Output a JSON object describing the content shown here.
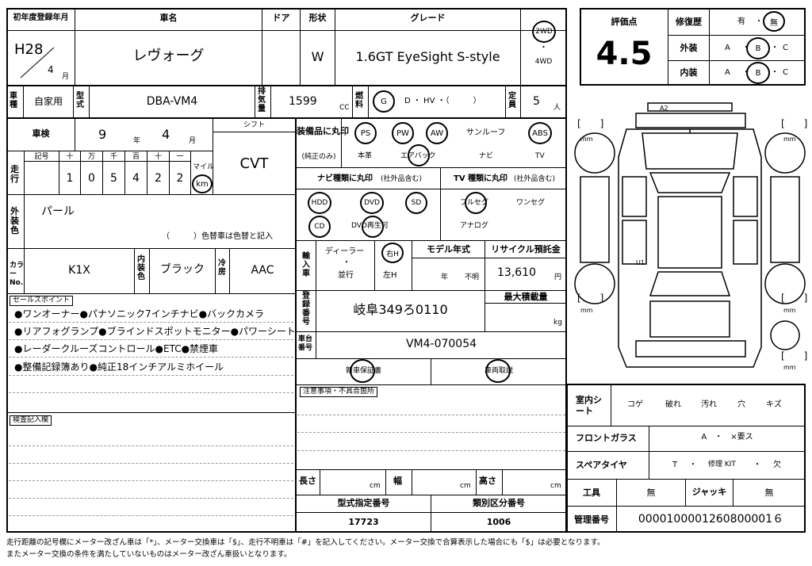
{
  "hdr": {
    "first_reg": "初年度登録年月",
    "car_name": "車名",
    "door": "ドア",
    "shape": "形状",
    "grade": "グレード"
  },
  "first_reg": {
    "era": "H28",
    "month": "4",
    "month_unit": "月"
  },
  "car": {
    "name": "レヴォーグ",
    "shape": "W",
    "grade": "1.6GT EyeSight S-style"
  },
  "drive": {
    "opt1": "2WD",
    "dot": "・",
    "opt2": "4WD"
  },
  "score": {
    "label": "評価点",
    "value": "4.5"
  },
  "repair": {
    "label": "修復歴",
    "yes": "有",
    "dot": "・",
    "no": "無"
  },
  "exterior": {
    "label": "外装",
    "a": "A",
    "b": "B",
    "c": "C",
    "dot": "・"
  },
  "interior": {
    "label": "内装",
    "a": "A",
    "b": "B",
    "c": "C",
    "dot": "・"
  },
  "row2": {
    "use_label": "車種",
    "use": "自家用",
    "model_label": "型式",
    "model": "DBA-VM4",
    "disp_label": "排気量",
    "disp": "1599",
    "cc": "CC",
    "fuel_label": "燃料",
    "fuel_g": "G",
    "fuel_rest": "D ・ HV ・（　　　）",
    "cap_label": "定員",
    "cap": "5",
    "cap_unit": "人"
  },
  "inspection": {
    "label": "車検",
    "year": "9",
    "year_unit": "年",
    "month": "4",
    "month_unit": "月"
  },
  "mileage": {
    "label": "走行",
    "code_label": "記号",
    "headers": [
      "十",
      "万",
      "千",
      "百",
      "十",
      "一"
    ],
    "digits": [
      "1",
      "0",
      "5",
      "4",
      "2",
      "2"
    ],
    "mile": "マイル",
    "km": "km"
  },
  "shift": {
    "label": "シフト",
    "value": "CVT"
  },
  "color": {
    "label": "外装色",
    "value": "パール",
    "change_note": "（　　　）色替車は色替と記入"
  },
  "colorno": {
    "label": "カラーNo.",
    "value": "K1X",
    "int_label": "内装色",
    "int_value": "ブラック",
    "ac_label": "冷房",
    "ac_value": "AAC"
  },
  "sales": {
    "label": "セールスポイント",
    "lines": [
      "●ワンオーナー●パナソニック7インチナビ●バックカメラ",
      "●リアフォグランプ●ブラインドスポットモニター●パワーシート",
      "●レーダークルーズコントロール●ETC●禁煙車",
      "●整備記録簿あり●純正18インチアルミホイール"
    ]
  },
  "check": {
    "label": "検査記入欄"
  },
  "equip": {
    "label": "装備品に丸印",
    "sub": "(純正のみ)",
    "ps": "PS",
    "pw": "PW",
    "aw": "AW",
    "sunroof": "サンルーフ",
    "abs": "ABS",
    "leather": "本革",
    "airbag": "エアバック",
    "navi": "ナビ",
    "tv": "TV"
  },
  "navi": {
    "label": "ナビ種類に丸印",
    "sub": "(社外品含む)",
    "hdd": "HDD",
    "dvd": "DVD",
    "sd": "SD",
    "cd": "CD",
    "dvdplay": "DVD再生可"
  },
  "tv": {
    "label": "TV 種類に丸印",
    "sub": "(社外品含む)",
    "full": "フルセグ",
    "one": "ワンセグ",
    "analog": "アナログ"
  },
  "import": {
    "label": "輸入車",
    "dealer": "ディーラー",
    "dot": "・",
    "parallel": "並行",
    "right": "右H",
    "left": "左H"
  },
  "model_year": {
    "label": "モデル年式",
    "year": "年",
    "unknown": "不明"
  },
  "recycle": {
    "label": "リサイクル預託金",
    "value": "13,610",
    "unit": "円"
  },
  "reg": {
    "label": "登録番号",
    "value": "岐阜349ろ0110"
  },
  "load": {
    "label": "最大積載量",
    "unit": "kg"
  },
  "chassis": {
    "label": "車台番号",
    "value": "VM4-070054"
  },
  "warranty": {
    "new": "新車保証書",
    "manual": "車両取説"
  },
  "notes": {
    "label": "注意事項・不具合箇所"
  },
  "dims": {
    "length": "長さ",
    "width": "幅",
    "height": "高さ",
    "cm": "cm"
  },
  "type_no": {
    "label": "型式指定番号",
    "value": "17723"
  },
  "class_no": {
    "label": "類別区分番号",
    "value": "1006"
  },
  "seat": {
    "label": "室内シート",
    "items": [
      "コゲ",
      "破れ",
      "汚れ",
      "穴",
      "キズ"
    ]
  },
  "glass": {
    "label": "フロントガラス",
    "value": "A　・　×要ス"
  },
  "spare": {
    "label": "スペアタイヤ",
    "t": "T",
    "dot": "・",
    "kit": "修理 KIT",
    "none": "欠"
  },
  "tools": {
    "label": "工具",
    "value": "無",
    "jack_label": "ジャッキ",
    "jack": "無"
  },
  "mgmt": {
    "label": "管理番号",
    "value": "0000100001260800001６"
  },
  "diagram": {
    "a2": "A2",
    "u1": "U1",
    "mm": "mm",
    "bracket_l": "[　　]",
    "bracket_r": "[　　]"
  },
  "footer": {
    "line1": "走行距離の記号欄にメーター改ざん車は「*」、メーター交換車は「$」、走行不明車は「#」を記入してください。メーター交換で合算表示した場合にも「$」は必要となります。",
    "line2": "またメーター交換の条件を満たしていないものはメーター改ざん車扱いとなります。"
  }
}
